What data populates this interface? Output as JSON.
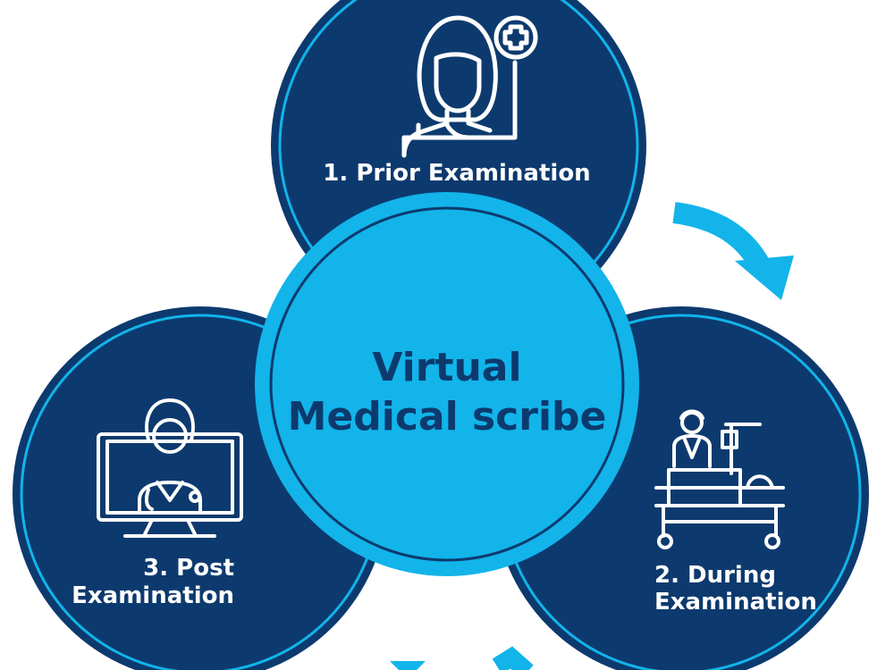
{
  "diagram": {
    "center": {
      "line1": "Virtual",
      "line2": "Medical scribe"
    },
    "stages": [
      {
        "number_label": "1. Prior Examination",
        "icon": "patient-with-stethoscope-icon"
      },
      {
        "line1": "2. During",
        "line2": "Examination",
        "icon": "doctor-with-hospital-bed-icon"
      },
      {
        "line1": "3. Post",
        "line2": "Examination",
        "icon": "doctor-on-monitor-icon"
      }
    ],
    "arrows": [
      "curved-arrow-icon",
      "curved-arrow-icon"
    ]
  },
  "colors": {
    "dark_navy": "#0d3a6e",
    "sky_blue": "#12b4ea",
    "center_text": "#0d3a6e",
    "white": "#ffffff"
  }
}
